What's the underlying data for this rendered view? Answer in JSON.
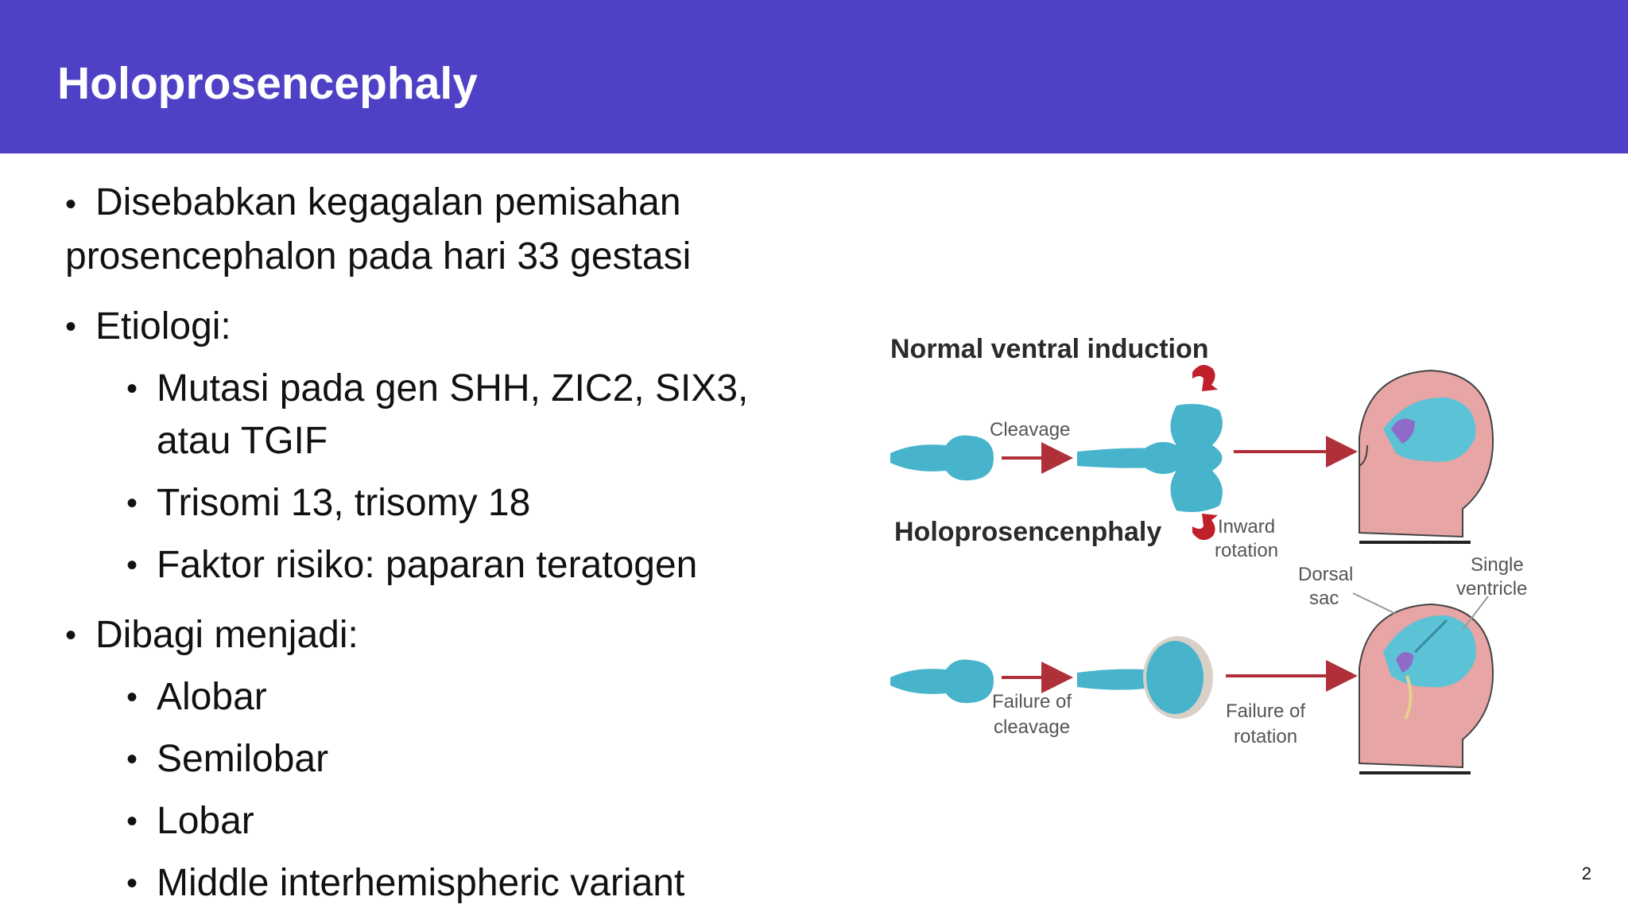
{
  "slide": {
    "title": "Holoprosencephaly",
    "page_number": "2",
    "colors": {
      "header_bg": "#4e41c6",
      "title_text": "#ffffff",
      "body_text": "#111111"
    }
  },
  "bullets": {
    "item1": "Disebabkan kegagalan pemisahan prosencephalon pada hari 33 gestasi",
    "item2": "Etiologi:",
    "item2_sub": [
      "Mutasi pada gen SHH, ZIC2, SIX3, atau TGIF",
      "Trisomi 13, trisomy 18",
      "Faktor risiko: paparan teratogen"
    ],
    "item3": "Dibagi menjadi:",
    "item3_sub": [
      "Alobar",
      "Semilobar",
      "Lobar",
      "Middle interhemispheric variant"
    ]
  },
  "figure": {
    "top_title": "Normal ventral induction",
    "bottom_title": "Holoprosencenphaly",
    "labels": {
      "cleavage": "Cleavage",
      "inward_line1": "Inward",
      "inward_line2": "rotation",
      "dorsal_line1": "Dorsal",
      "dorsal_line2": "sac",
      "single_line1": "Single",
      "single_line2": "ventricle",
      "failure_cleavage_line1": "Failure of",
      "failure_cleavage_line2": "cleavage",
      "failure_rotation_line1": "Failure of",
      "failure_rotation_line2": "rotation"
    },
    "colors": {
      "vesicle": "#47b4cc",
      "arrow": "#b0303a",
      "skin": "#e8a5a5",
      "brain": "#5cc3d6",
      "rotation_arrow": "#c0202a",
      "eye": "#8e6bc8"
    }
  }
}
